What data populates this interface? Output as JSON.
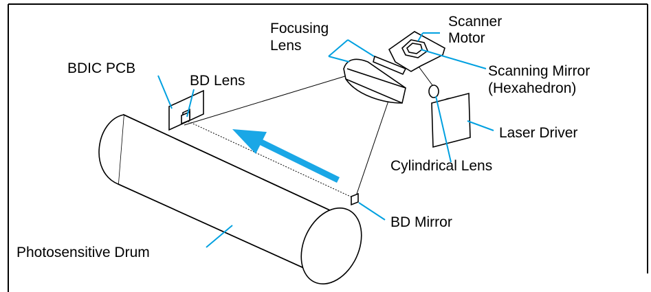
{
  "labels": {
    "focusing_lens": [
      "Focusing",
      "Lens"
    ],
    "scanner_motor": [
      "Scanner",
      "Motor"
    ],
    "bdic_pcb": "BDIC PCB",
    "bd_lens": "BD Lens",
    "scanning_mirror": [
      "Scanning Mirror",
      "(Hexahedron)"
    ],
    "laser_driver": "Laser Driver",
    "cylindrical_lens": "Cylindrical Lens",
    "bd_mirror": "BD Mirror",
    "photosensitive_drum": "Photosensitive Drum"
  },
  "colors": {
    "callout": "#00a0e0",
    "scan_arrow": "#1aa7e6",
    "ink": "#000000"
  },
  "scan_direction": "toward BDIC PCB (right to left)"
}
